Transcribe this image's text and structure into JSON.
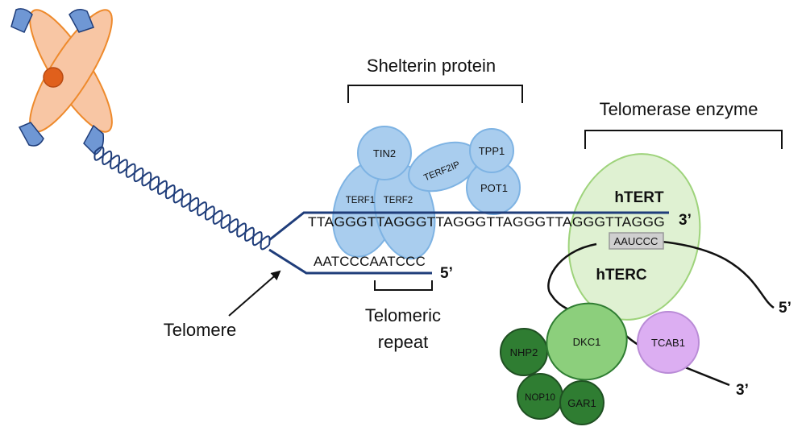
{
  "labels": {
    "shelterin": "Shelterin protein",
    "telomerase": "Telomerase enzyme",
    "telomere": "Telomere",
    "telomeric_repeat_line1": "Telomeric",
    "telomeric_repeat_line2": "repeat"
  },
  "sequences": {
    "top_strand": "TTAGGGTTAGGGTTAGGGTTAGGGTTAGGGTTAGGG",
    "bottom_strand": "AATCCCAATCCC",
    "template": "AAUCCC"
  },
  "ends": {
    "top_strand_end": "3’",
    "bottom_strand_end": "5’",
    "hterc_5": "5’",
    "hterc_3": "3’"
  },
  "shelterin_proteins": {
    "tin2": "TIN2",
    "terf1": "TERF1",
    "terf2": "TERF2",
    "terf2ip": "TERF2IP",
    "tpp1": "TPP1",
    "pot1": "POT1"
  },
  "telomerase_components": {
    "htert": "hTERT",
    "hterc": "hTERC",
    "dkc1": "DKC1",
    "tcab1": "TCAB1",
    "nhp2": "NHP2",
    "nop10": "NOP10",
    "gar1": "GAR1"
  },
  "colors": {
    "dna_strand": "#1f3d7a",
    "chromosome_fill": "#f8c6a4",
    "chromosome_stroke": "#ee8a2c",
    "centromere": "#e0601c",
    "chromosome_cap": "#6f97d4",
    "shelterin_fill": "#a9cdee",
    "shelterin_stroke": "#7eb3e3",
    "htert_fill": "#dff1d2",
    "htert_stroke": "#9ed37b",
    "dkc1_fill": "#8ccf7c",
    "dark_green": "#2f7d32",
    "tcab1_fill": "#dcaef2",
    "template_box": "#cfcfcf",
    "rna_line": "#111111"
  }
}
